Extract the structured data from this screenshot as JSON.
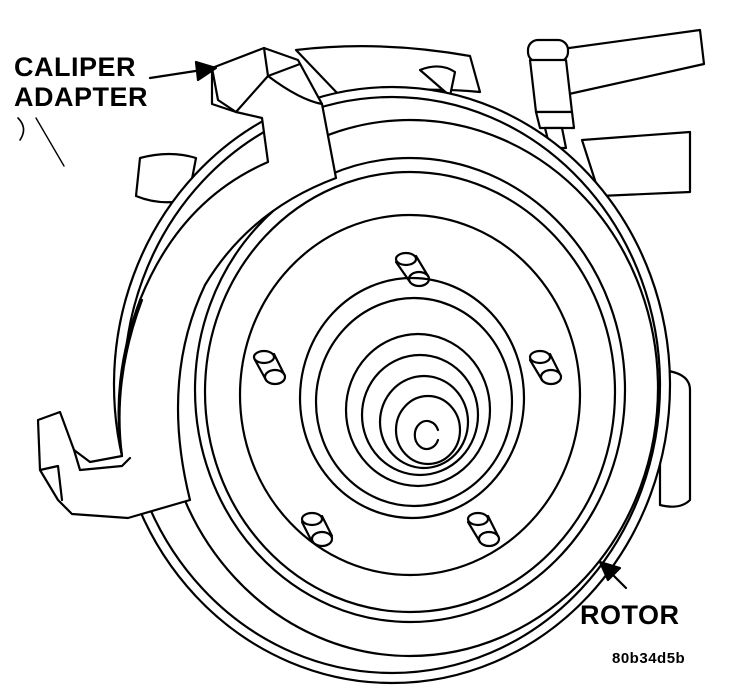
{
  "labels": {
    "caliper_line1": "CALIPER",
    "caliper_line2": "ADAPTER",
    "rotor": "ROTOR",
    "figure_code": "80b34d5b"
  }
}
